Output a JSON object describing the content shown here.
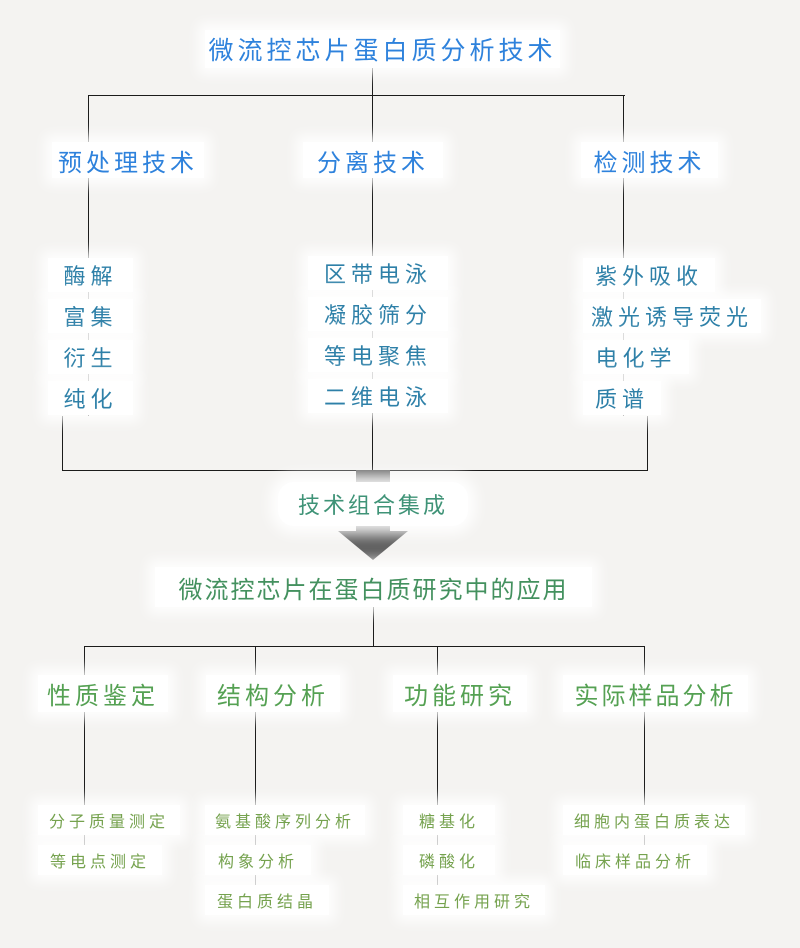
{
  "colors": {
    "root_blue": "#2e82dc",
    "leaf_teal": "#2e80a8",
    "integration_green": "#3f9377",
    "application_green": "#44915f",
    "category_green": "#55a153",
    "leaf_light_green": "#75a24e",
    "connector_line": "#1b1b1b",
    "arrow_gray": "#5e5e5e",
    "background": "#f4f3f1"
  },
  "top_tree": {
    "root": "微流控芯片蛋白质分析技术",
    "branches": [
      {
        "label": "预处理技术",
        "leaves": [
          "酶解",
          "富集",
          "衍生",
          "纯化"
        ]
      },
      {
        "label": "分离技术",
        "leaves": [
          "区带电泳",
          "凝胶筛分",
          "等电聚焦",
          "二维电泳"
        ]
      },
      {
        "label": "检测技术",
        "leaves": [
          "紫外吸收",
          "激光诱导荧光",
          "电化学",
          "质谱"
        ]
      }
    ]
  },
  "integration": {
    "label": "技术组合集成"
  },
  "bottom_tree": {
    "root": "微流控芯片在蛋白质研究中的应用",
    "branches": [
      {
        "label": "性质鉴定",
        "leaves": [
          "分子质量测定",
          "等电点测定"
        ]
      },
      {
        "label": "结构分析",
        "leaves": [
          "氨基酸序列分析",
          "构象分析",
          "蛋白质结晶"
        ]
      },
      {
        "label": "功能研究",
        "leaves": [
          "糖基化",
          "磷酸化",
          "相互作用研究"
        ]
      },
      {
        "label": "实际样品分析",
        "leaves": [
          "细胞内蛋白质表达",
          "临床样品分析"
        ]
      }
    ]
  }
}
